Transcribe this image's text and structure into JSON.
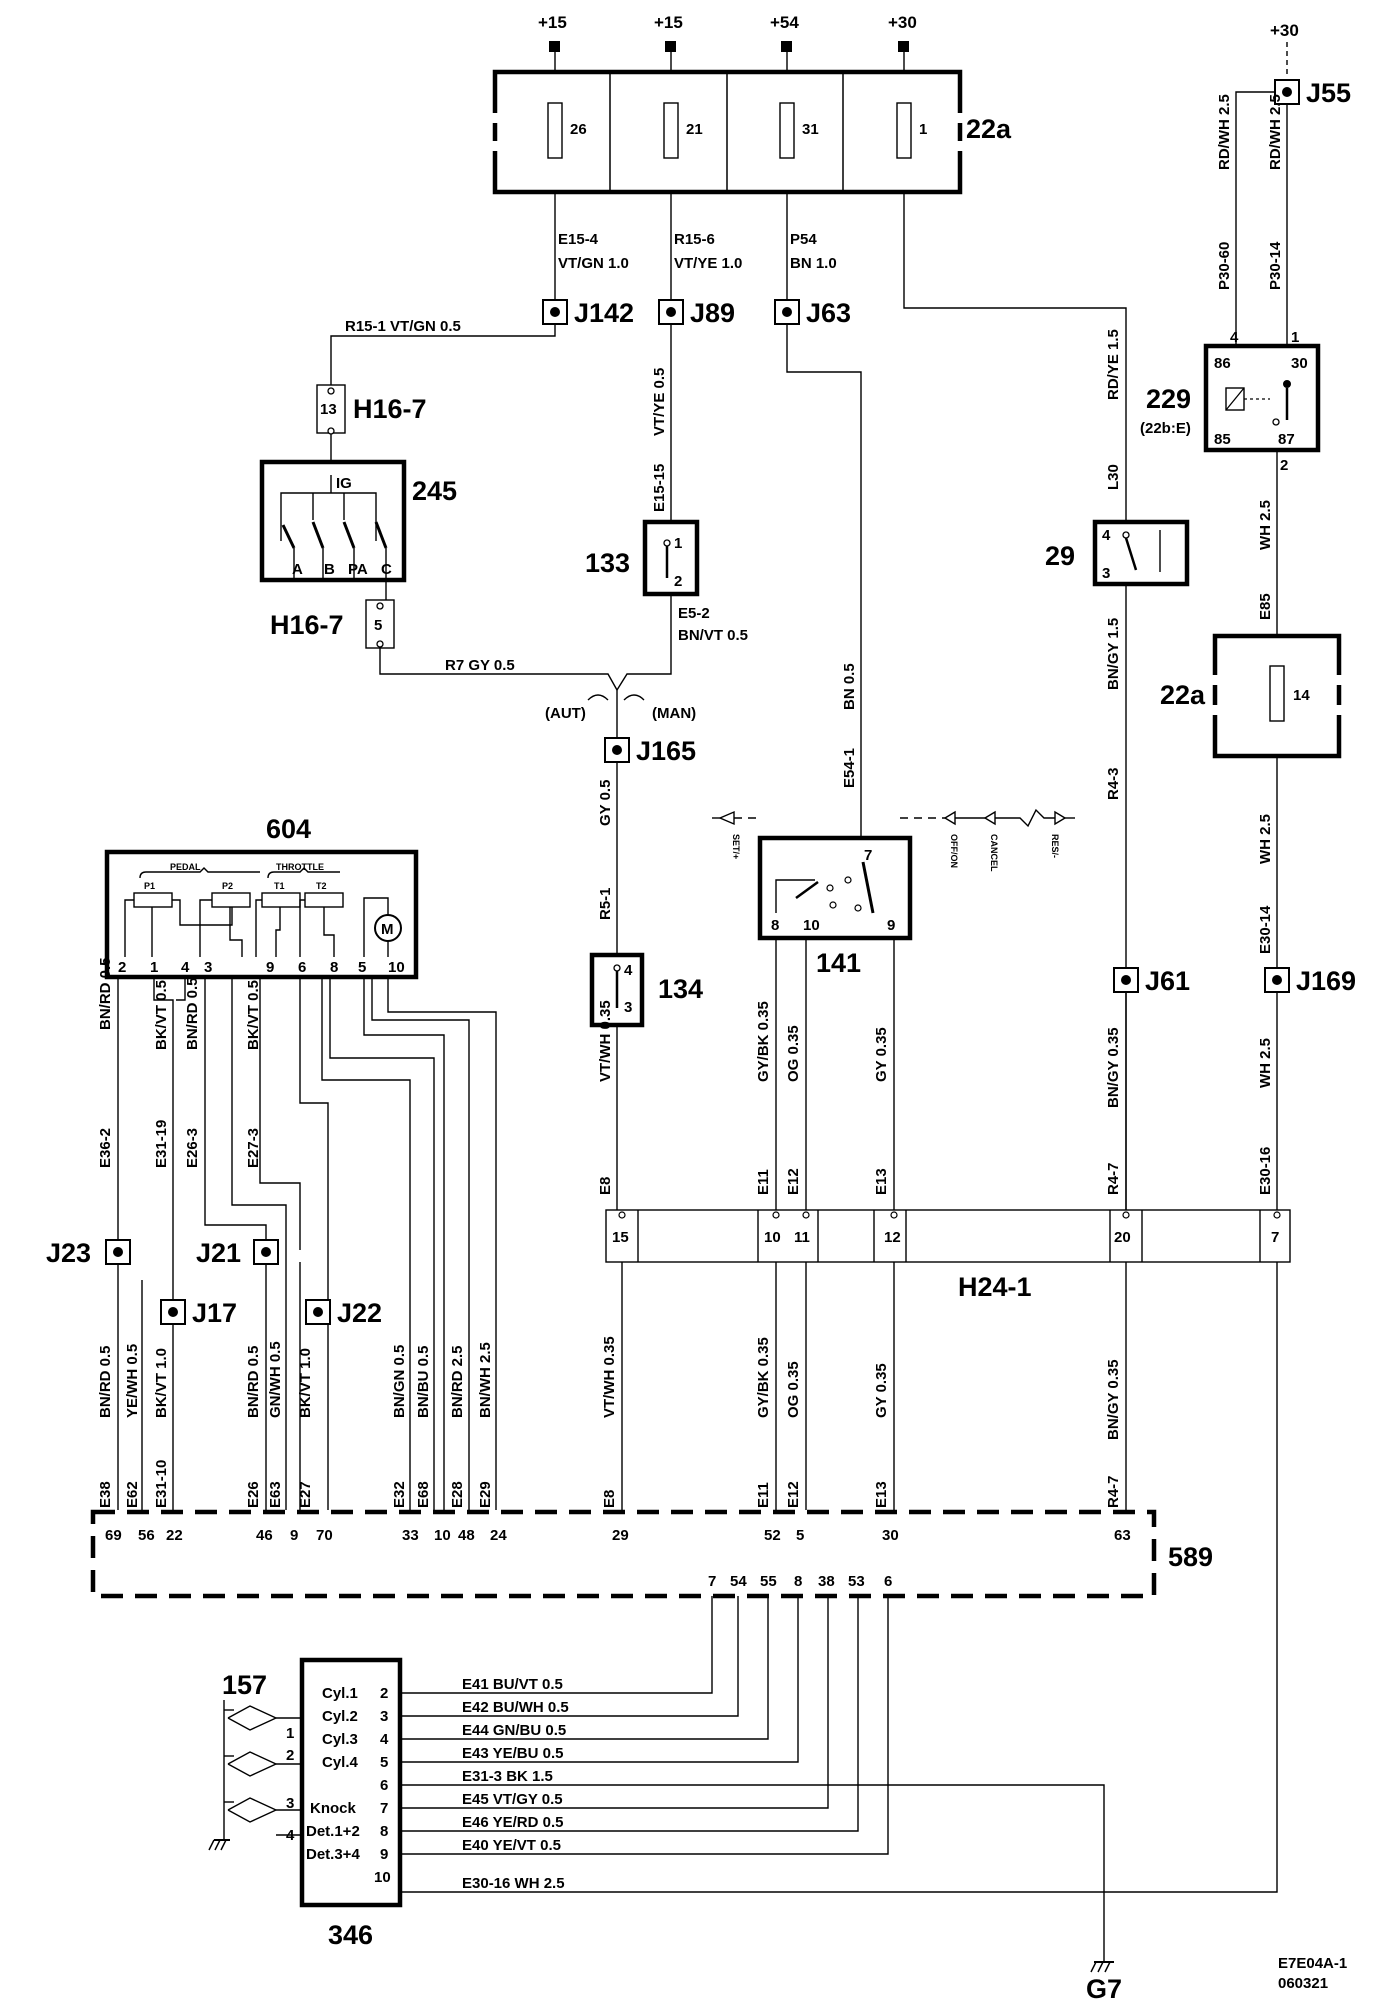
{
  "supply": {
    "t1": "+15",
    "t2": "+15",
    "t3": "+54",
    "t4": "+30",
    "t5": "+30"
  },
  "fusebox_top": {
    "id": "22a",
    "fuses": [
      "26",
      "21",
      "31",
      "1"
    ]
  },
  "fusebox_right": {
    "id": "22a",
    "fuse": "14"
  },
  "connectors": {
    "J142": "J142",
    "J89": "J89",
    "J63": "J63",
    "J55": "J55",
    "J165": "J165",
    "J61": "J61",
    "J169": "J169",
    "J23": "J23",
    "J21": "J21",
    "J17": "J17",
    "J22": "J22"
  },
  "wires_top": {
    "e15_4": "E15-4",
    "e15_4c": "VT/GN  1.0",
    "r15_6": "R15-6",
    "r15_6c": "VT/YE  1.0",
    "p54": "P54",
    "p54c": "BN  1.0",
    "r15_1": "R15-1     VT/GN  0.5",
    "vtye05": "VT/YE  0.5",
    "e15_15": "E15-15",
    "e5_2": "E5-2",
    "e5_2c": "BN/VT  0.5",
    "r7": "R7   GY  0.5",
    "aut": "(AUT)",
    "man": "(MAN)",
    "gy05": "GY  0.5",
    "r5_1": "R5-1",
    "bn05": "BN  0.5",
    "e54_1": "E54-1",
    "rdye15": "RD/YE  1.5",
    "l30": "L30",
    "bngy15": "BN/GY  1.5",
    "r4_3": "R4-3",
    "rdwh25a": "RD/WH  2.5",
    "p30_60": "P30-60",
    "rdwh25b": "RD/WH  2.5",
    "p30_14": "P30-14",
    "wh25a": "WH  2.5",
    "e85": "E85",
    "wh25b": "WH  2.5",
    "e30_14": "E30-14"
  },
  "h16": {
    "top": "H16-7",
    "top_pin": "13",
    "bottom": "H16-7",
    "bottom_pin": "5"
  },
  "switch245": {
    "id": "245",
    "ig": "IG",
    "pins": [
      "A",
      "B",
      "PA",
      "C"
    ]
  },
  "sw133": {
    "id": "133",
    "p1": "1",
    "p2": "2"
  },
  "sw134": {
    "id": "134",
    "p1": "4",
    "p2": "3"
  },
  "sw29": {
    "id": "29",
    "p1": "4",
    "p2": "3"
  },
  "relay229": {
    "id": "229",
    "sub": "(22b:E)",
    "p86": "86",
    "p30": "30",
    "p85": "85",
    "p87": "87",
    "t4": "4",
    "t1": "1",
    "t2": "2"
  },
  "sw141": {
    "id": "141",
    "p7": "7",
    "p8": "8",
    "p10": "10",
    "p9": "9",
    "set": "SET/+",
    "off": "OFF/ON",
    "cancel": "CANCEL",
    "res": "RES/-"
  },
  "unit604": {
    "id": "604",
    "pedal": "PEDAL",
    "throttle": "THROTTLE",
    "pots": [
      "P1",
      "P2",
      "T1",
      "T2"
    ],
    "motor": "M",
    "pins": [
      "2",
      "1",
      "4",
      "3",
      "9",
      "6",
      "8",
      "5",
      "10"
    ]
  },
  "mid_wires": [
    {
      "id": "E36-2",
      "c": "BN/RD  0.5"
    },
    {
      "id": "E31-19",
      "c": "BK/VT  0.5"
    },
    {
      "id": "E26-3",
      "c": "BN/RD  0.5"
    },
    {
      "id": "E27-3",
      "c": "BK/VT  0.5"
    },
    {
      "id": "E8",
      "c": "VT/WH  0.35"
    },
    {
      "id": "E11",
      "c": "GY/BK  0.35"
    },
    {
      "id": "E12",
      "c": "OG  0.35"
    },
    {
      "id": "E13",
      "c": "GY  0.35"
    },
    {
      "id": "R4-7",
      "c": "BN/GY  0.35"
    },
    {
      "id": "E30-16",
      "c": "WH  2.5"
    }
  ],
  "h24": {
    "id": "H24-1",
    "pins": [
      "15",
      "10",
      "11",
      "12",
      "20",
      "7"
    ]
  },
  "low_wires": [
    {
      "id": "E38",
      "c": "BN/RD  0.5"
    },
    {
      "id": "E62",
      "c": "YE/WH  0.5"
    },
    {
      "id": "E31-10",
      "c": "BK/VT  1.0"
    },
    {
      "id": "E26",
      "c": "BN/RD  0.5"
    },
    {
      "id": "E63",
      "c": "GN/WH  0.5"
    },
    {
      "id": "E27",
      "c": "BK/VT  1.0"
    },
    {
      "id": "E32",
      "c": "BN/GN  0.5"
    },
    {
      "id": "E68",
      "c": "BN/BU  0.5"
    },
    {
      "id": "E28",
      "c": "BN/RD  2.5"
    },
    {
      "id": "E29",
      "c": "BN/WH  2.5"
    },
    {
      "id": "E8",
      "c": "VT/WH  0.35"
    },
    {
      "id": "E11",
      "c": "GY/BK  0.35"
    },
    {
      "id": "E12",
      "c": "OG 0.35"
    },
    {
      "id": "E13",
      "c": "GY 0.35"
    },
    {
      "id": "R4-7",
      "c": "BN/GY  0.35"
    }
  ],
  "ecu589": {
    "id": "589",
    "top_pins": [
      "69",
      "56",
      "22",
      "46",
      "9",
      "70",
      "33",
      "10",
      "48",
      "24",
      "29",
      "52",
      "5",
      "30",
      "63"
    ],
    "bottom_pins": [
      "7",
      "54",
      "55",
      "8",
      "38",
      "53",
      "6"
    ]
  },
  "ecu346": {
    "id": "346",
    "rows": [
      {
        "label": "Cyl.1",
        "pin": "2"
      },
      {
        "label": "Cyl.2",
        "pin": "3"
      },
      {
        "label": "Cyl.3",
        "pin": "4"
      },
      {
        "label": "Cyl.4",
        "pin": "5"
      },
      {
        "label": "",
        "pin": "6"
      },
      {
        "label": "Knock",
        "pin": "7"
      },
      {
        "label": "Det.1+2",
        "pin": "8"
      },
      {
        "label": "Det.3+4",
        "pin": "9"
      },
      {
        "label": "",
        "pin": "10"
      }
    ]
  },
  "bottom_wires": [
    "E41  BU/VT  0.5",
    "E42  BU/WH  0.5",
    "E44  GN/BU  0.5",
    "E43  YE/BU  0.5",
    "E31-3    BK  1.5",
    "E45  VT/GY  0.5",
    "E46  YE/RD  0.5",
    "E40  YE/VT  0.5",
    "E30-16     WH 2.5"
  ],
  "comp157": {
    "id": "157",
    "pins": [
      "1",
      "2",
      "3",
      "4"
    ]
  },
  "ground": "G7",
  "footer": {
    "code": "E7E04A-1",
    "date": "060321"
  }
}
